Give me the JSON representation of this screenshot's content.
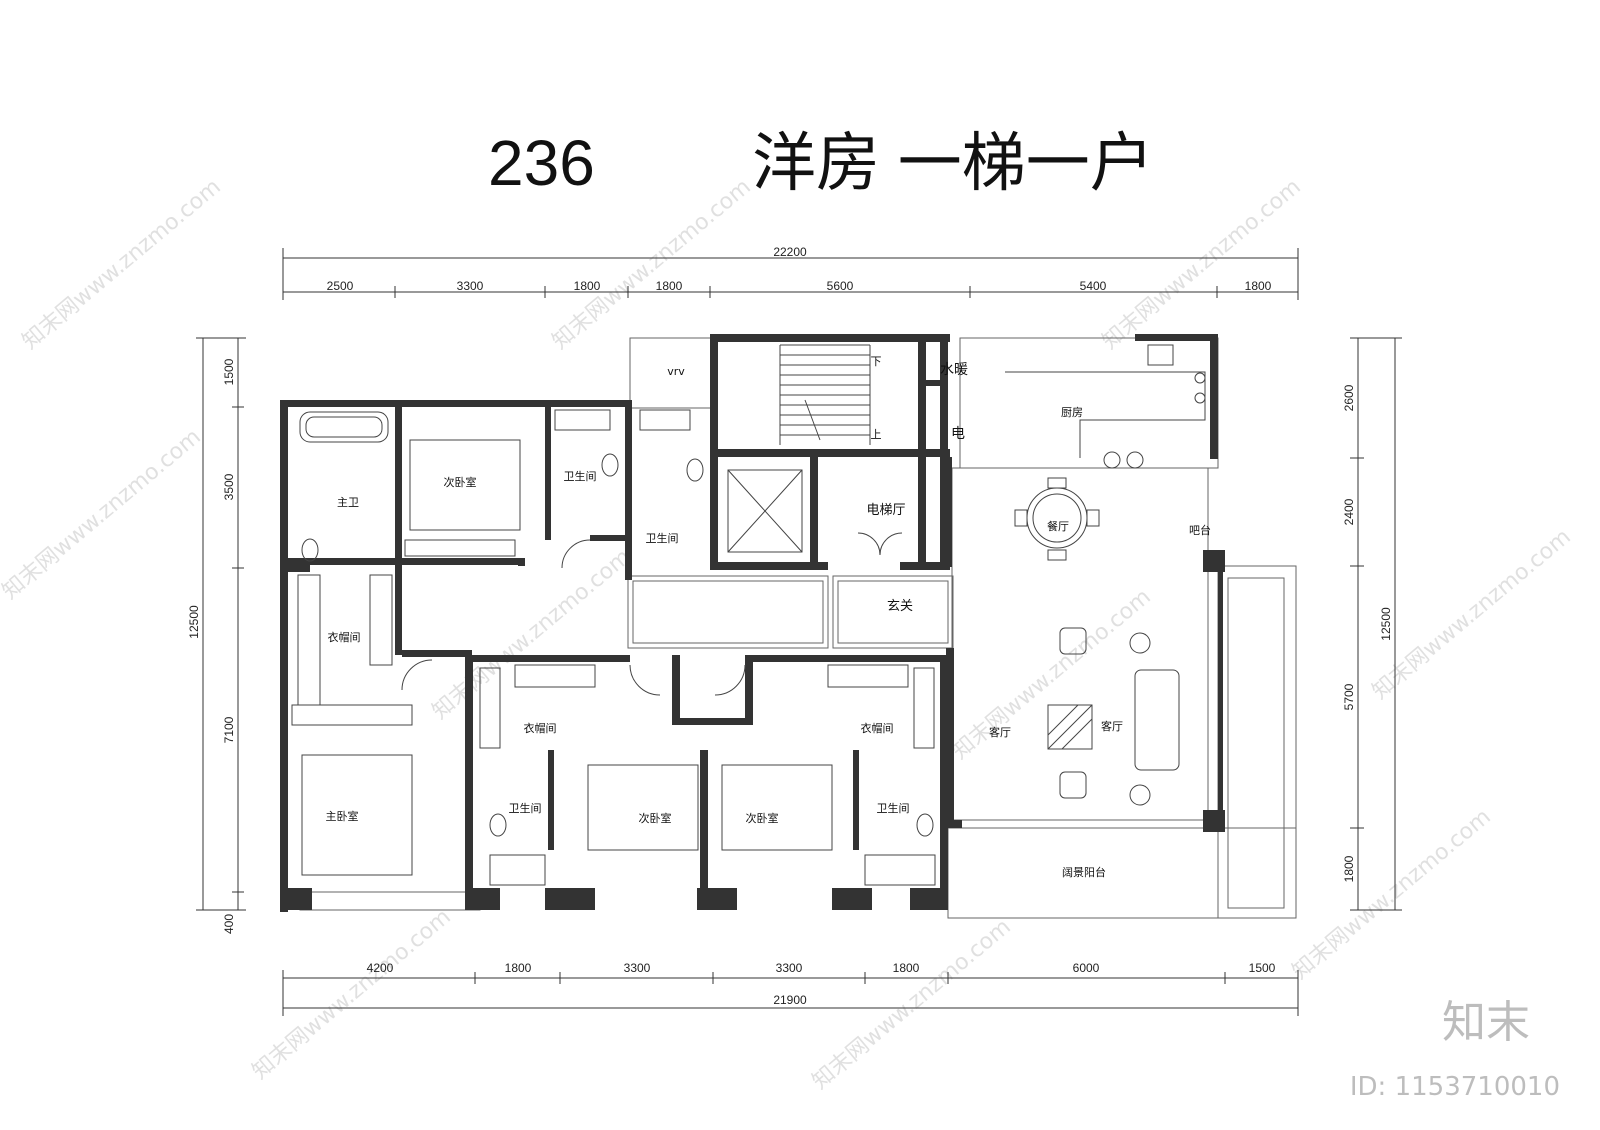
{
  "title": {
    "number": "236",
    "text": "洋房  一梯一户"
  },
  "dimensions": {
    "top_total": "22200",
    "top_segments": [
      "2500",
      "3300",
      "1800",
      "1800",
      "5600",
      "5400",
      "1800"
    ],
    "bottom_total": "21900",
    "bottom_segments": [
      "4200",
      "1800",
      "3300",
      "3300",
      "1800",
      "6000",
      "1500"
    ],
    "left_total": "12500",
    "left_segments": [
      "1500",
      "3500",
      "7100",
      "400"
    ],
    "right_total": "12500",
    "right_segments": [
      "2600",
      "2400",
      "5700",
      "1800"
    ]
  },
  "rooms": {
    "master_bath": "主卫",
    "bedroom_second_top": "次卧室",
    "bath_top_1": "卫生间",
    "bath_top_2": "卫生间",
    "vrv": "vrv",
    "stair_down": "下",
    "stair_up": "上",
    "water_heating": "水暖",
    "electric": "电",
    "kitchen": "厨房",
    "elevator_hall": "电梯厅",
    "dining": "餐厅",
    "bar": "吧台",
    "foyer": "玄关",
    "cloakroom_left": "衣帽间",
    "cloakroom_mid": "衣帽间",
    "cloakroom_right": "衣帽间",
    "living_left": "客厅",
    "living_right": "客厅",
    "master_bedroom": "主卧室",
    "bath_bottom_1": "卫生间",
    "bath_bottom_2": "卫生间",
    "bedroom_second_mid": "次卧室",
    "bedroom_second_right": "次卧室",
    "balcony": "阔景阳台"
  },
  "watermark": "知末网www.znzmo.com",
  "brand": "知末",
  "image_id": "ID: 1153710010",
  "colors": {
    "wall": "#333333",
    "line": "#555555",
    "watermark": "#c8c8c8"
  }
}
